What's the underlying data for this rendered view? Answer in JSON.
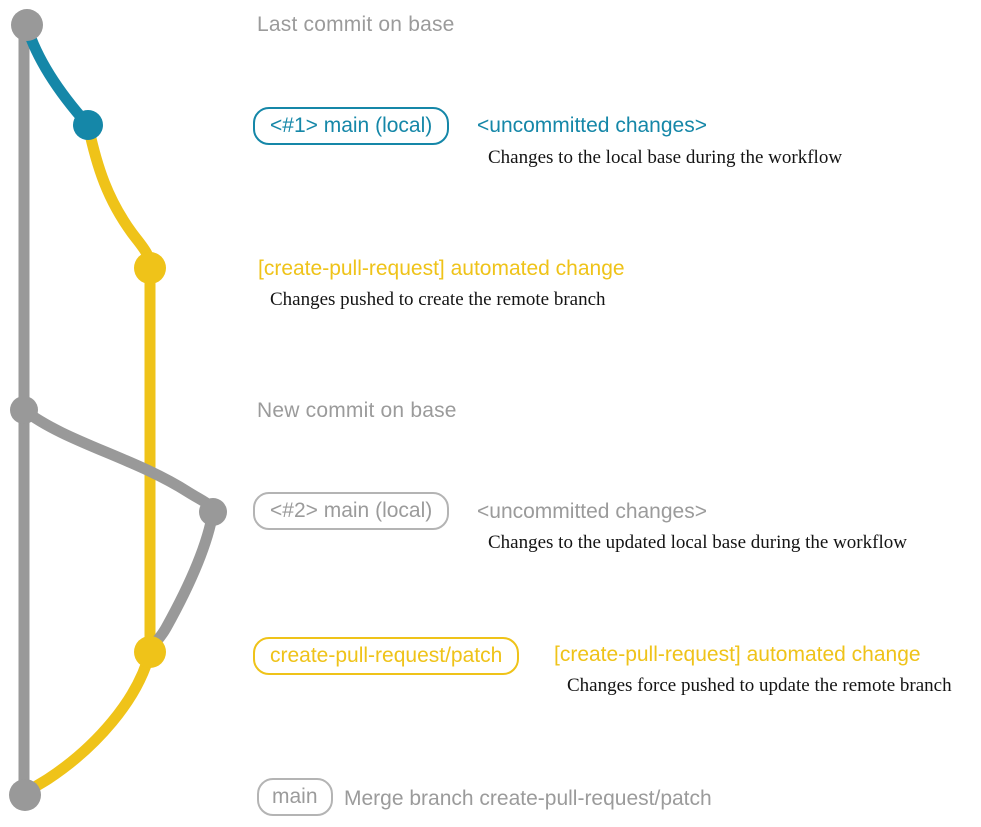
{
  "colors": {
    "teal": "#1587A8",
    "yellow": "#EFC319",
    "gray": "#999999",
    "gray_text": "#9B9B9B",
    "gray_border": "#B4B4B4",
    "ink": "#141414",
    "background": "#FFFFFF"
  },
  "graph": {
    "branches": [
      {
        "name": "base-branch",
        "color": "#999999"
      },
      {
        "name": "main-local-1-branch",
        "color": "#1587A8"
      },
      {
        "name": "create-pull-request-patch-branch",
        "color": "#EFC319"
      },
      {
        "name": "main-local-2-branch",
        "color": "#999999"
      }
    ],
    "commits": [
      {
        "name": "last-commit-on-base",
        "color": "#999999"
      },
      {
        "name": "uncommitted-changes-1",
        "color": "#1587A8"
      },
      {
        "name": "automated-change-1",
        "color": "#EFC319"
      },
      {
        "name": "new-commit-on-base",
        "color": "#999999"
      },
      {
        "name": "uncommitted-changes-2",
        "color": "#999999"
      },
      {
        "name": "automated-change-2",
        "color": "#EFC319"
      },
      {
        "name": "merge-commit",
        "color": "#999999"
      }
    ]
  },
  "annotations": {
    "last_commit_label": "Last commit on base",
    "row1": {
      "badge": "<#1> main (local)",
      "title": "<uncommitted changes>",
      "description": "Changes to the local base during the workflow"
    },
    "row2": {
      "title": "[create-pull-request] automated change",
      "description": "Changes pushed to create the remote branch"
    },
    "new_commit_label": "New commit on base",
    "row3": {
      "badge": "<#2> main (local)",
      "title": "<uncommitted changes>",
      "description": "Changes to the updated local base during the workflow"
    },
    "row4": {
      "badge": "create-pull-request/patch",
      "title": "[create-pull-request] automated change",
      "description": "Changes force pushed to update the remote branch"
    },
    "row5": {
      "badge": "main",
      "title": "Merge branch create-pull-request/patch"
    }
  }
}
